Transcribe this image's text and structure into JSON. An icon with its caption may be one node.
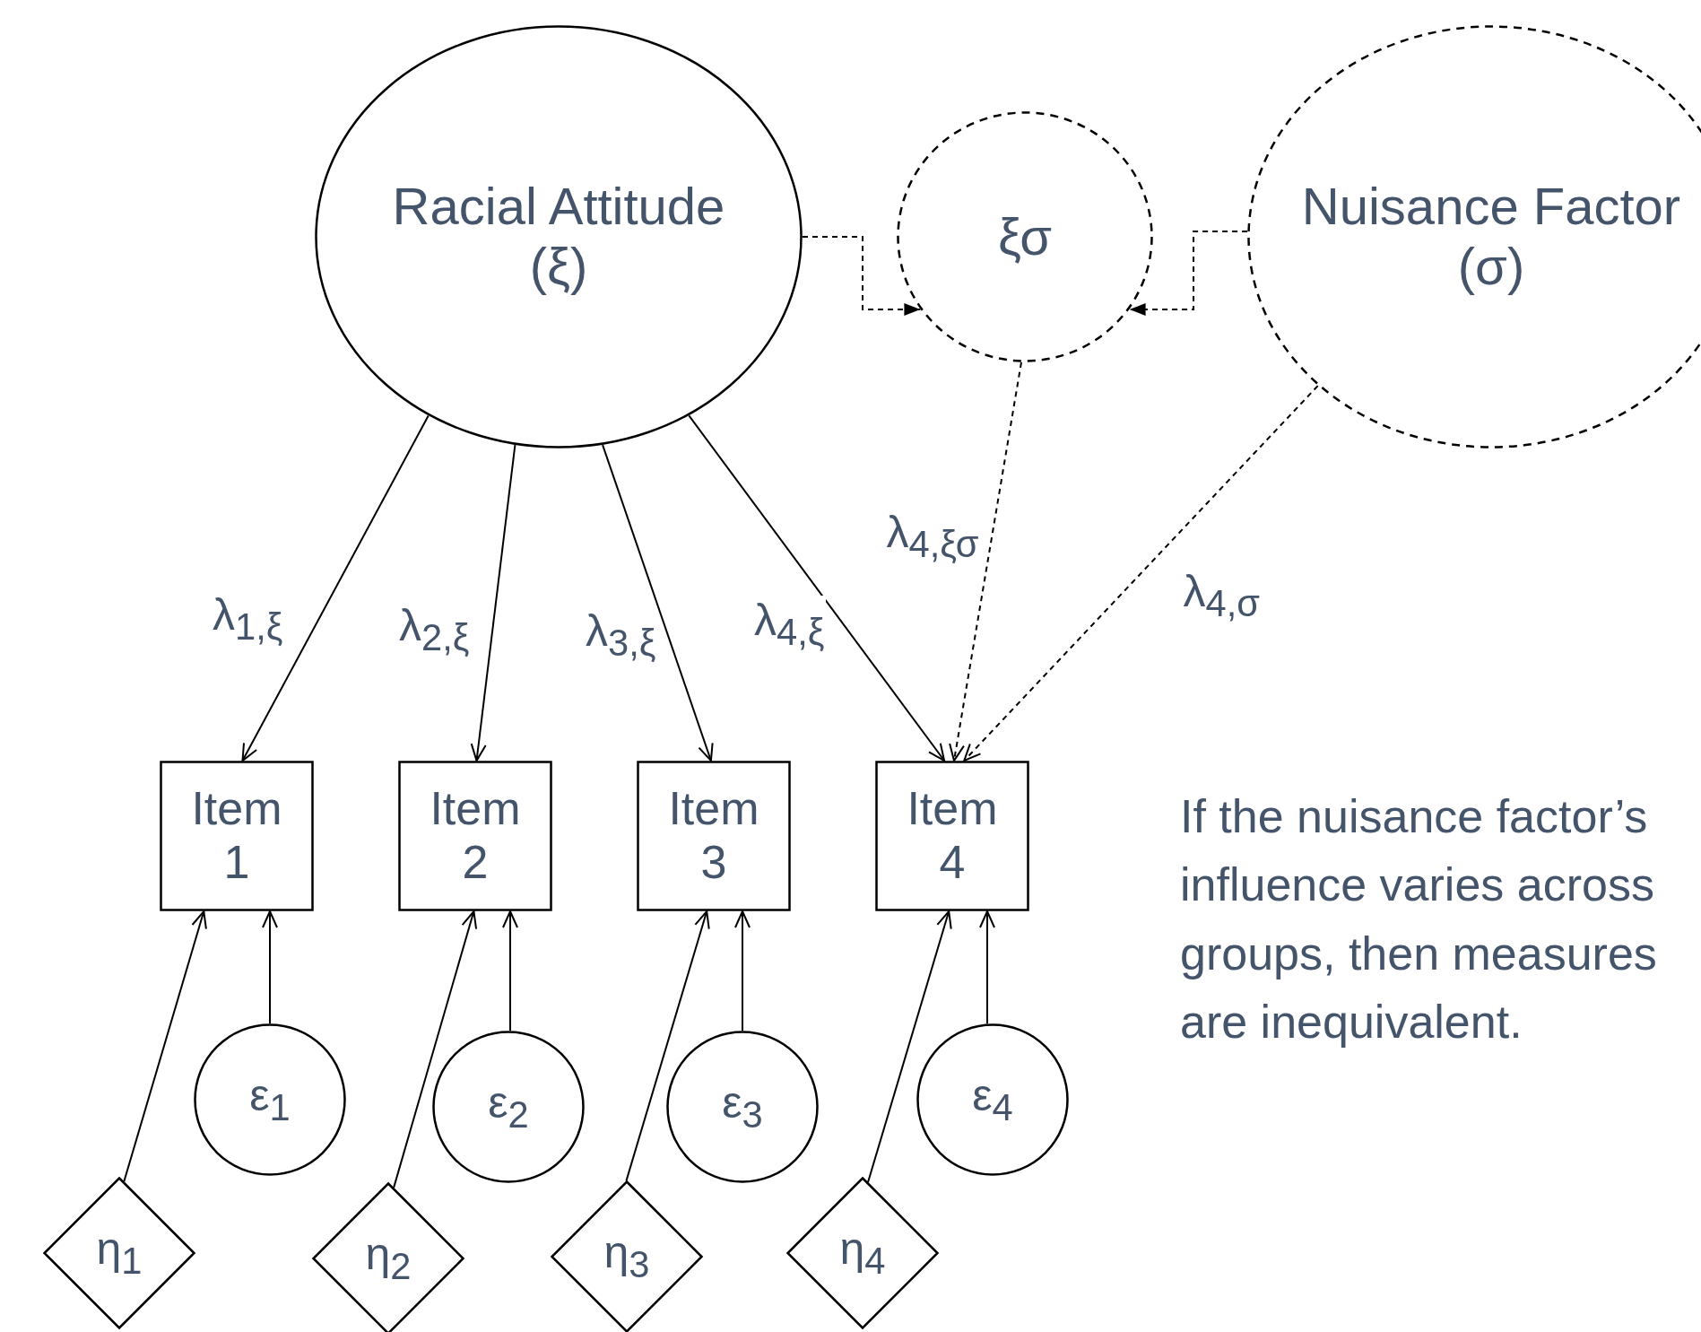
{
  "diagram": {
    "nodes": [
      {
        "text": [
          "Racial Attitude",
          "(ξ)"
        ]
      },
      {
        "text": [
          "ξσ"
        ]
      },
      {
        "text": [
          "Nuisance Factor",
          "(σ)"
        ]
      },
      {
        "text": [
          "Item 1"
        ]
      },
      {
        "text": [
          "Item 2"
        ]
      },
      {
        "text": [
          "Item 3"
        ]
      },
      {
        "text": [
          "Item 4"
        ]
      },
      {
        "text": [
          "ε$_{1}$"
        ]
      },
      {
        "text": [
          "ε$_{2}$"
        ]
      },
      {
        "text": [
          "ε$_{3}$"
        ]
      },
      {
        "text": [
          "ε$_{4}$"
        ]
      },
      {
        "text": [
          "η$_{1}$"
        ]
      },
      {
        "text": [
          "η$_{2}$"
        ]
      },
      {
        "text": [
          "η$_{3}$"
        ]
      },
      {
        "text": [
          "η$_{4}$"
        ]
      }
    ],
    "edges": [
      {
        "from": 0,
        "to": 3,
        "arrow": "to",
        "label": "λ$_{1,ξ}$"
      },
      {
        "from": 0,
        "to": 4,
        "arrow": "to",
        "label": "λ$_{2,ξ}$"
      },
      {
        "from": 0,
        "to": 5,
        "arrow": "to",
        "label": "λ$_{3,ξ}$"
      },
      {
        "from": 0,
        "to": 6,
        "arrow": "to",
        "label": "λ$_{4,ξ}$"
      },
      {
        "from": 0,
        "to": 1,
        "arrow": "to",
        "style": "dashed"
      },
      {
        "from": 2,
        "to": 1,
        "arrow": "to",
        "style": "dashed"
      },
      {
        "from": 1,
        "to": 6,
        "arrow": "to",
        "style": "dashed",
        "label": "λ$_{4,ξσ}$"
      },
      {
        "from": 2,
        "to": 6,
        "arrow": "to",
        "style": "dashed",
        "label": "λ$_{4,σ}$"
      },
      {
        "from": 7,
        "to": 3,
        "arrow": "to"
      },
      {
        "from": 8,
        "to": 4,
        "arrow": "to"
      },
      {
        "from": 9,
        "to": 5,
        "arrow": "to"
      },
      {
        "from": 10,
        "to": 6,
        "arrow": "to"
      },
      {
        "from": 11,
        "to": 3,
        "arrow": "to"
      },
      {
        "from": 12,
        "to": 4,
        "arrow": "to"
      },
      {
        "from": 13,
        "to": 5,
        "arrow": "to"
      },
      {
        "from": 14,
        "to": 6,
        "arrow": "to"
      }
    ],
    "labels": [
      "If the nuisance factor’s influence varies across groups, then measures are inequivalent."
    ]
  }
}
